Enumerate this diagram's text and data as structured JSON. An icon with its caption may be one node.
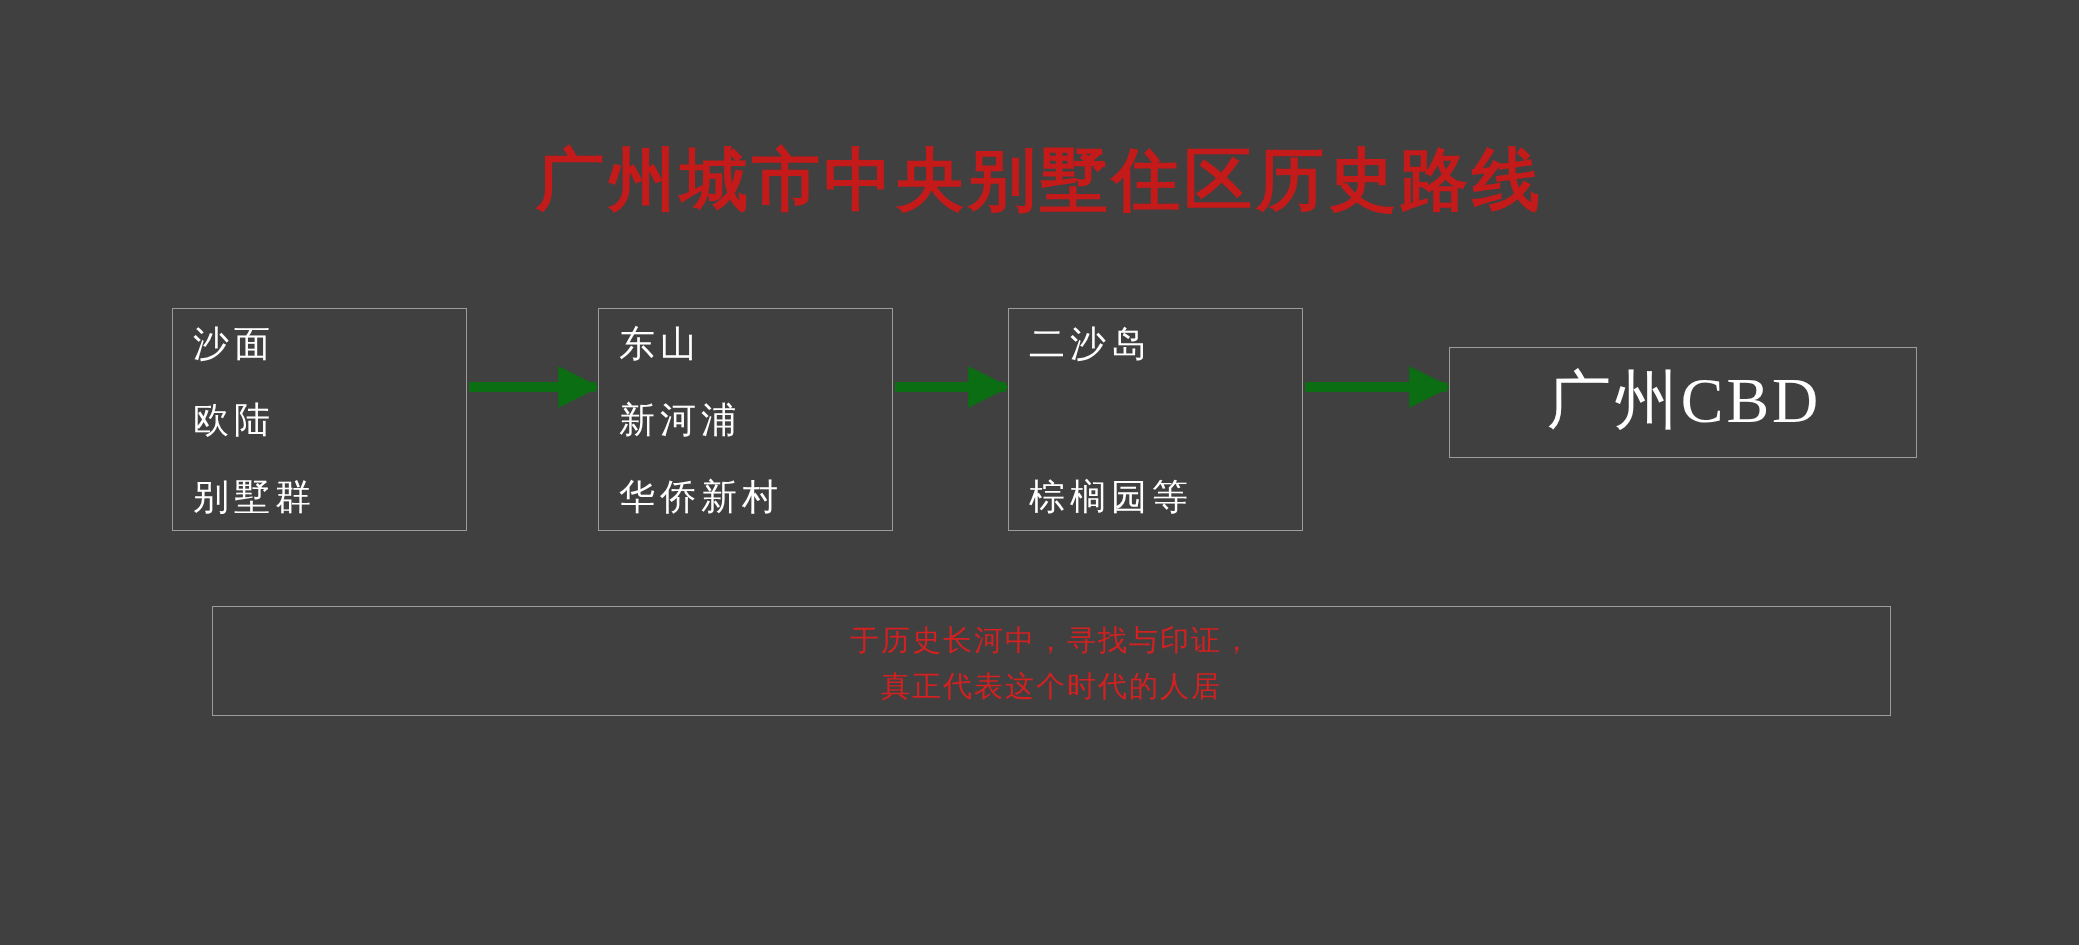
{
  "diagram": {
    "title": "广州城市中央别墅住区历史路线",
    "nodes": [
      {
        "text": [
          "沙面",
          "欧陆",
          "别墅群"
        ]
      },
      {
        "text": [
          "东山",
          "新河浦",
          "华侨新村"
        ]
      },
      {
        "text": [
          "二沙岛",
          "棕榈园等"
        ]
      },
      {
        "text": [
          "广州CBD"
        ]
      },
      {
        "text": [
          "于历史长河中，寻找与印证，真正代表这个时代的人居"
        ]
      }
    ],
    "edges": [
      {
        "from": 0,
        "to": 1,
        "arrow": "to"
      },
      {
        "from": 1,
        "to": 2,
        "arrow": "to"
      },
      {
        "from": 2,
        "to": 3,
        "arrow": "to"
      }
    ]
  }
}
